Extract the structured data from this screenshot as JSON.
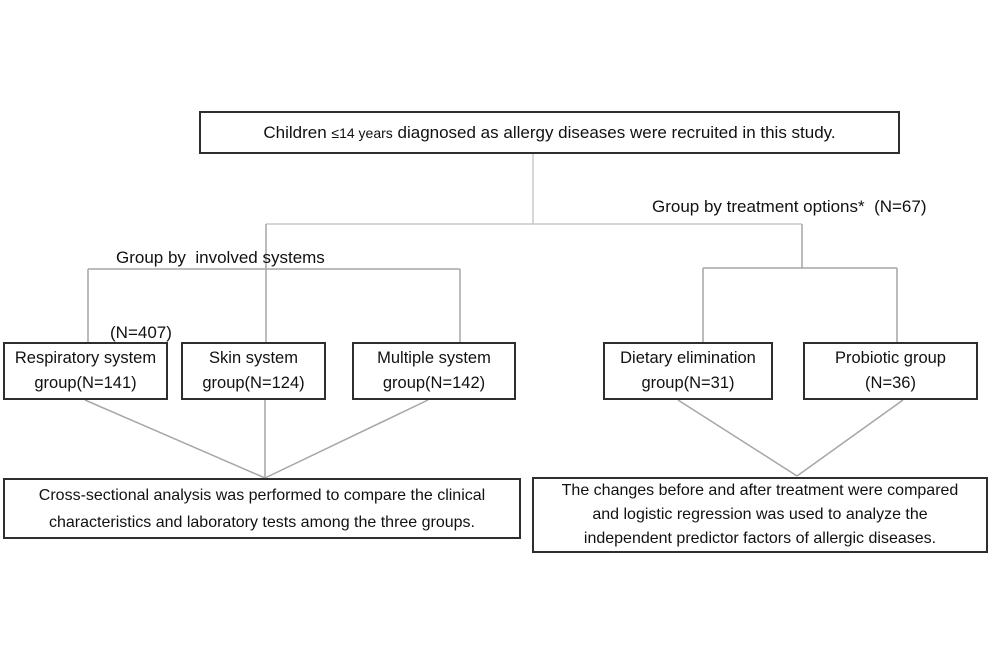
{
  "colors": {
    "line": "#a6a6a6",
    "line_light": "#c9c9c9",
    "border": "#2e2e2e",
    "text": "#111111"
  },
  "top_box": {
    "prefix": "Children ",
    "small": "≤14 years",
    "suffix": " diagnosed as allergy diseases were recruited in this study."
  },
  "left_branch": {
    "label_line1": "Group by  involved systems",
    "label_line2": "(N=407)",
    "boxes": [
      {
        "line1": "Respiratory system",
        "line2": "group(N=141)"
      },
      {
        "line1": "Skin system",
        "line2": "group(N=124)"
      },
      {
        "line1": "Multiple system",
        "line2": "group(N=142)"
      }
    ],
    "outcome_lines": [
      "Cross-sectional analysis was performed to compare the clinical",
      "characteristics and laboratory tests among the three groups."
    ]
  },
  "right_branch": {
    "label": "Group by treatment options*  (N=67)",
    "boxes": [
      {
        "line1": "Dietary elimination",
        "line2": "group(N=31)"
      },
      {
        "line1": "Probiotic group",
        "line2": "(N=36)"
      }
    ],
    "outcome_lines": [
      "The changes before and after treatment were compared",
      "and logistic regression was used to analyze the",
      "independent predictor factors of allergic diseases."
    ]
  }
}
